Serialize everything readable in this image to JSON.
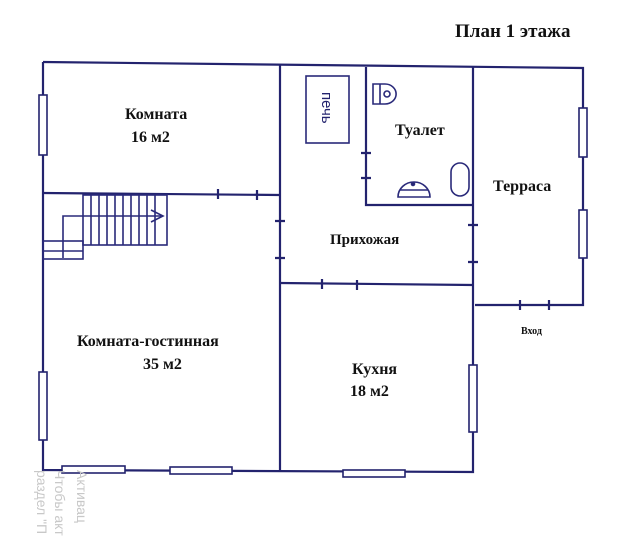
{
  "title": "План 1 этажа",
  "rooms": {
    "room1": {
      "name": "Комната",
      "area": "16 м2"
    },
    "toilet": {
      "name": "Туалет"
    },
    "terrace": {
      "name": "Терраса"
    },
    "hall": {
      "name": "Прихожая"
    },
    "living": {
      "name": "Комната-гостинная",
      "area": "35 м2"
    },
    "kitchen": {
      "name": "Кухня",
      "area": "18 м2"
    }
  },
  "stove": "печь",
  "entrance": "Вход",
  "watermark": [
    "Активац",
    "Чтобы акт",
    "раздел \"П"
  ],
  "colors": {
    "ink": "#23236e",
    "text": "#111111"
  }
}
